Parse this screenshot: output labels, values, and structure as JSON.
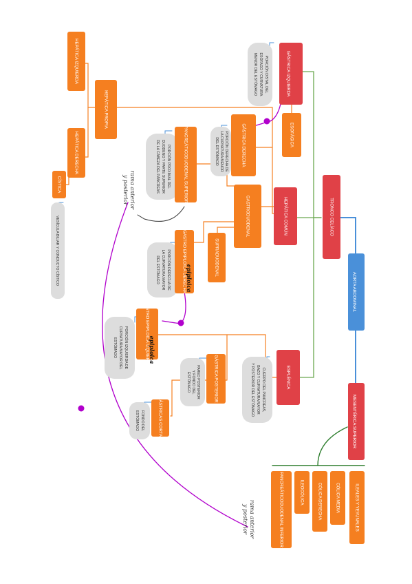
{
  "colors": {
    "orange": "#f57f20",
    "red": "#e04147",
    "blue": "#4a90d9",
    "green": "#6aa84f",
    "purple": "#b100cc",
    "grey_cloud": "#dddddd"
  },
  "nodes": {
    "aorta_abdominal": "AORTA ABDOMINAL",
    "tronco_celiaco": "TRONCO CELÍACO",
    "gastrica_izquierda": "GÁSTRICA IZQUIERDA",
    "esofagica": "ESOFÁGICA",
    "hepatica_comun": "HEPÁTICA COMÚN",
    "esplenica": "ESPLÉNICA",
    "mesenterica_superior": "MESENTÉRICA SUPERIOR",
    "hepatica_propia": "HEPÁTICA PROPIA",
    "hepatica_izquierda": "HEPÁTICA IZQUIERDA",
    "hepatica_derecha": "HEPÁTICA DERECHA",
    "cistica": "CÍSTICA",
    "gastrica_derecha": "GÁSTRICA DERECHA",
    "gastroduodenal": "GASTRODUODENAL",
    "supraduodenal": "SUPRADUODENAL",
    "pancreaticoduodenal_superior": "PANCREÁTICODUODENAL SUPERIOR",
    "gastroepiploica_derecha": "GASTRO EPIPLOICA DERECHA",
    "gastroepiploica_izquierda": "GASTRO EPIPLOICA IZQUIERDA",
    "gastrica_posterior": "GÁSTRICA POSTERIOR",
    "gastricas_cortas": "GÁSTRICAS CORTAS",
    "ileales_yeyunales": "ILEALES Y YEYUNALES",
    "colica_media": "CÓLICA MEDIA",
    "colica_derecha": "CÓLICA DERECHA",
    "ileocolica": "ILEOCÓLICA",
    "pancreaticoduodenal_inferior": "PANCREÁTICODUODENAL INFERIOR"
  },
  "notes": {
    "gastrica_izquierda": [
      "PORCIÓN DISTAL DEL",
      "ESÓFAGO Y CURVATURA",
      "MENOR DEL ESTÓMAGO"
    ],
    "gastrica_derecha": [
      "PORCIÓN DERECHA DE",
      "LA CURVATURA MENOR",
      "DEL ESTÓMAGO"
    ],
    "pancreaticoduodenal_superior": [
      "PORCIÓN PROXIMAL DEL",
      "DUODENO Y PARTE SUPERIOR",
      "DE LA CABEZA DEL PÁNCREAS"
    ],
    "gastroepiploica_derecha": [
      "PORCIÓN DERECHA DE",
      "LA CURVATURA MAYOR",
      "DEL ESTÓMAGO"
    ],
    "gastroepiploica_izquierda": [
      "PORCIÓN IZQUIERDA DE",
      "CURVATURA MAYOR DEL",
      "ESTÓMAGO"
    ],
    "cistica": [
      "VESÍCULA BILIAR Y CONDUCTO CÍSTICO"
    ],
    "esplenica": [
      "CUERPO DEL PÁNCREAS,",
      "BAZO Y CURVATURA MAYOR",
      "Y POSTERIOR DEL ESTÓMAGO"
    ],
    "gastrica_posterior": [
      "PARED POSTERIOR",
      "Y FONDO DEL",
      "ESTÓMAGO"
    ],
    "gastricas_cortas": [
      "FONDO DEL",
      "ESTÓMAGO"
    ]
  },
  "handwritten": {
    "rama_1": [
      "rama anterior",
      "y posterior"
    ],
    "rama_2": [
      "rama anterior",
      "y posterior"
    ],
    "epiploica_1": "epiploica",
    "epiploica_2": "epiploica"
  }
}
